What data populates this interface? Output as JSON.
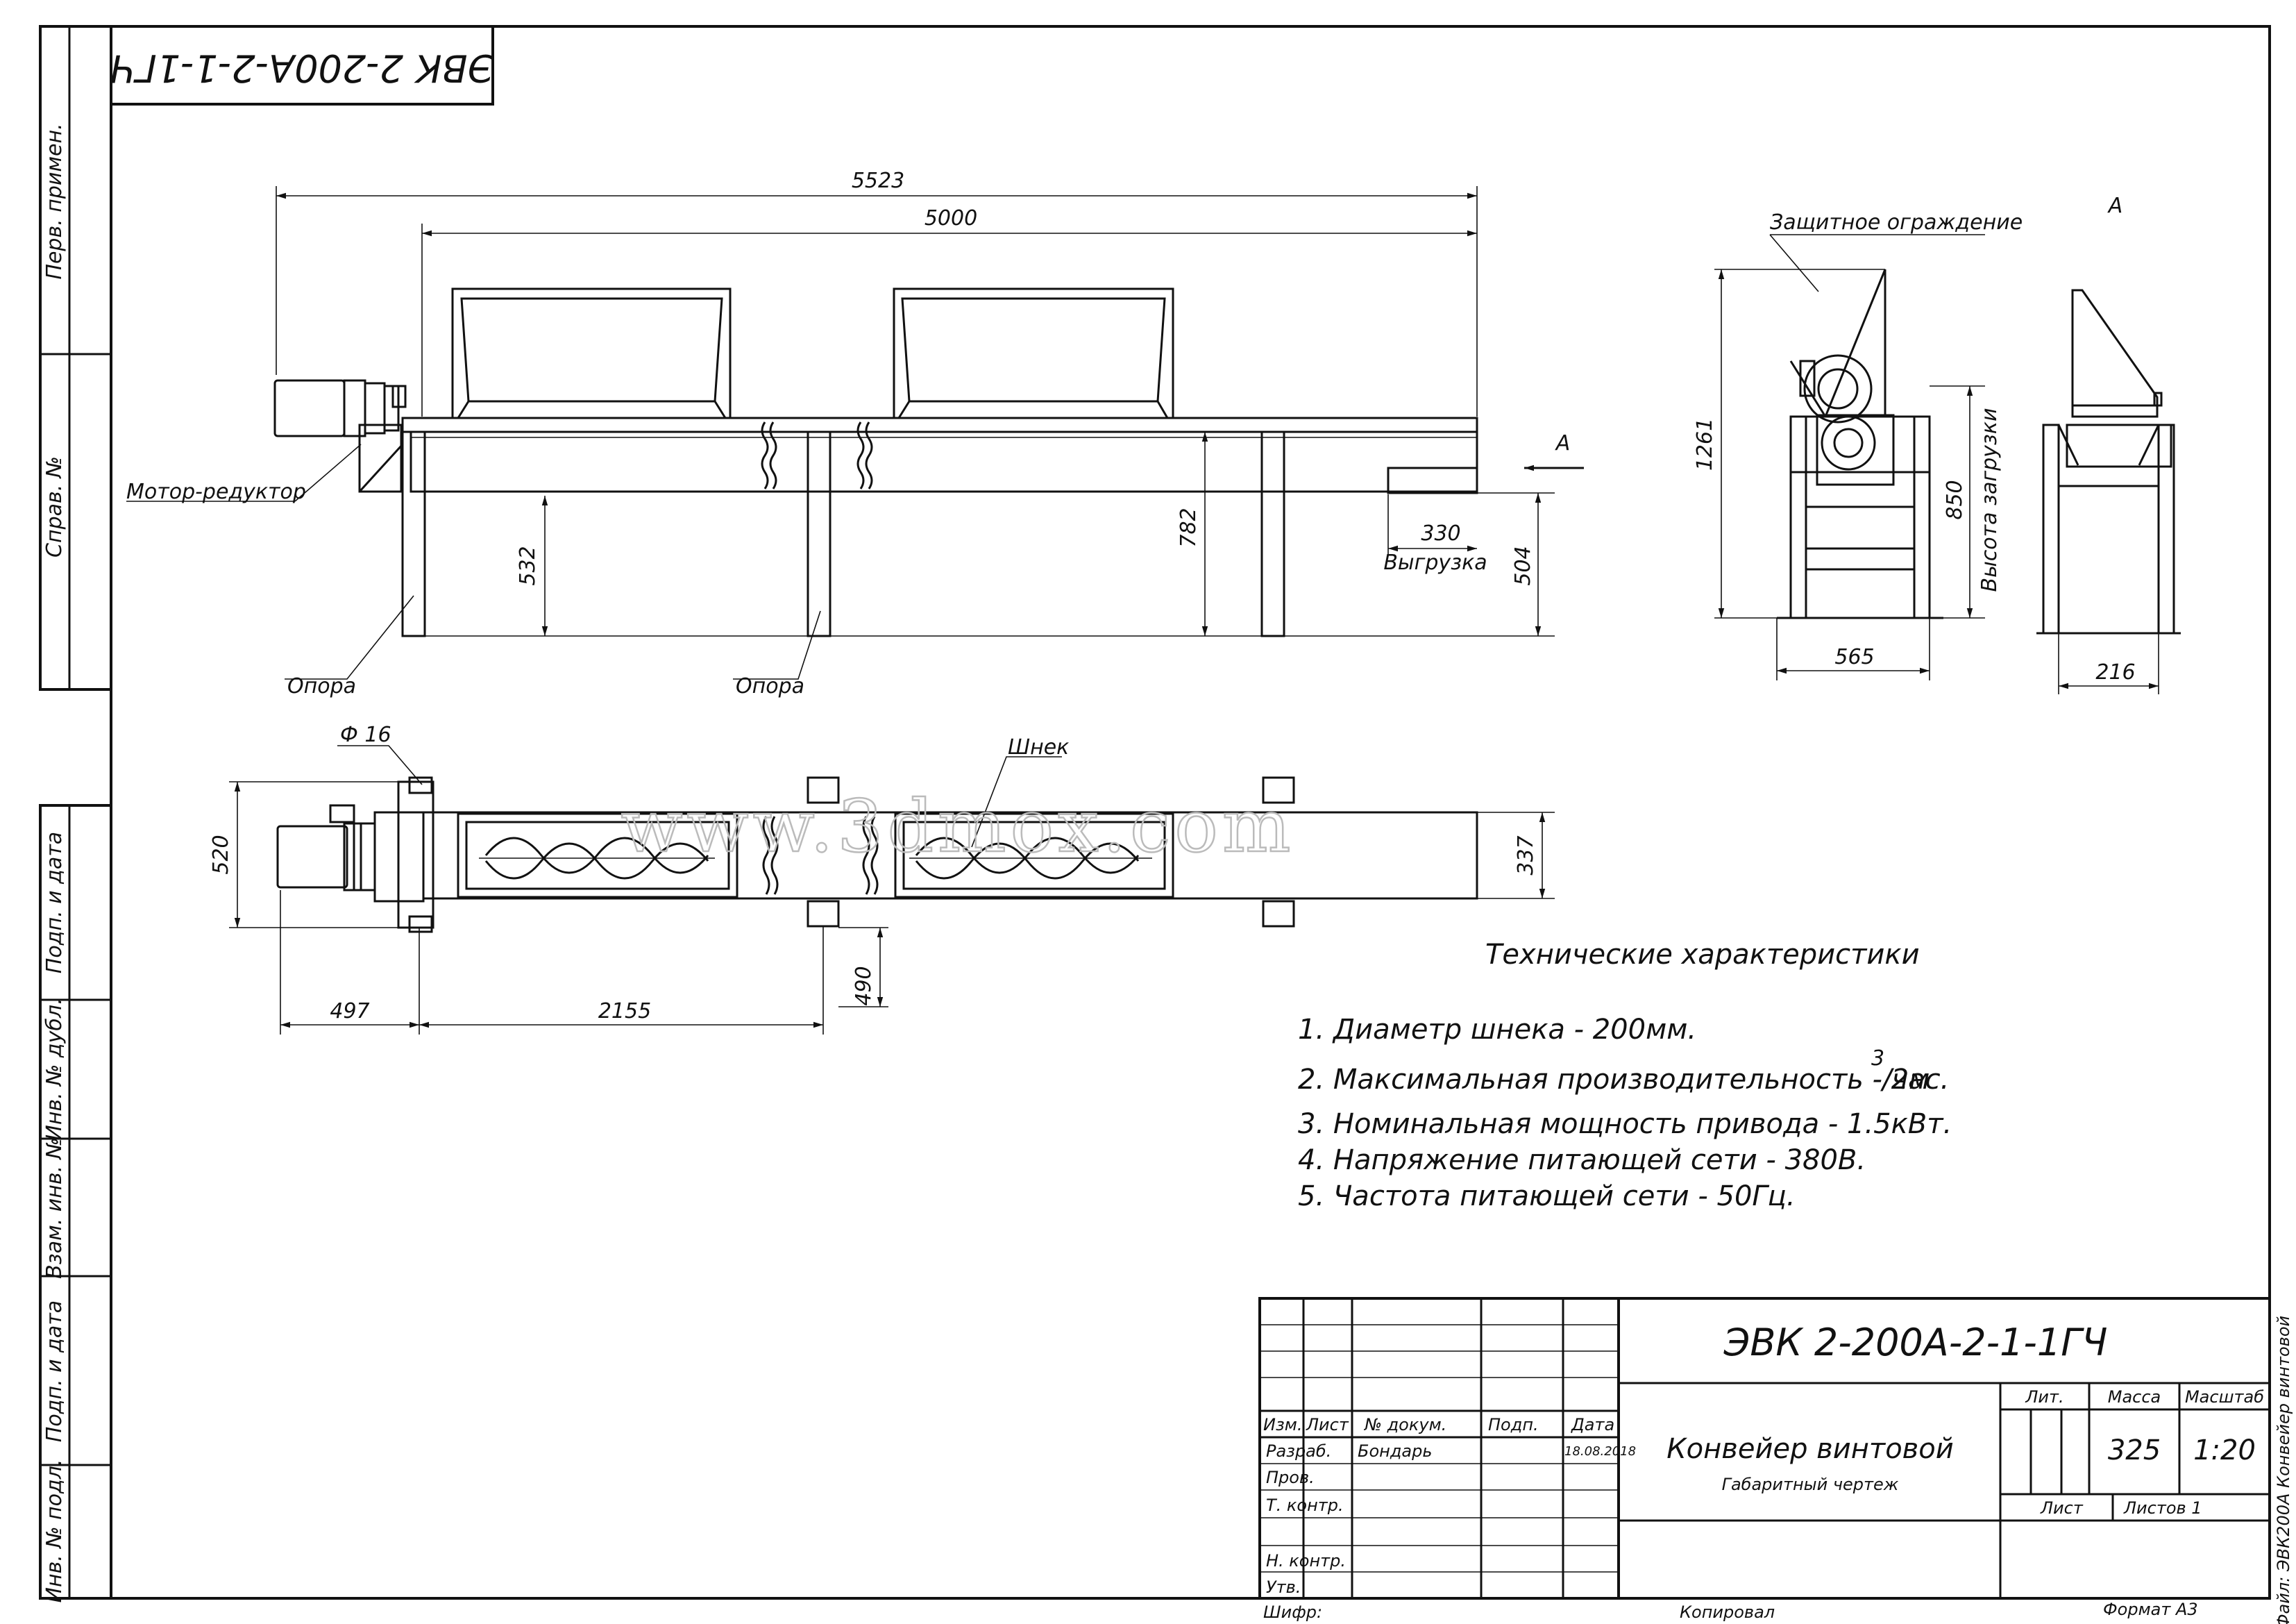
{
  "top_stamp": "ЭВК 2-200А-2-1-1ГЧ",
  "side_stamp": {
    "perv_primen": "Перв. примен.",
    "sprav_no": "Справ. №",
    "podp_i_data_1": "Подп. и дата",
    "inv_no_dubl": "Инв. № дубл.",
    "vzam_inv_no": "Взам. инв. №",
    "podp_i_data_2": "Подп. и дата",
    "inv_no_podl": "Инв. № подл."
  },
  "dimensions": {
    "overall_length": "5523",
    "trough_length": "5000",
    "height_support_left": "532",
    "height_total": "782",
    "outlet_length": "330",
    "outlet_height": "504",
    "plan_width": "520",
    "trough_width": "337",
    "plan_offset": "497",
    "plan_span": "2155",
    "support_width": "490",
    "pin_diameter": "Ф 16",
    "end_height": "1261",
    "end_width": "565",
    "loading_height": "850",
    "side_width": "216"
  },
  "labels": {
    "motor": "Мотор-редуктор",
    "support_1": "Опора",
    "support_2": "Опора",
    "outlet": "Выгрузка",
    "guard": "Защитное ограждение",
    "loading_height": "Высота загрузки",
    "screw": "Шнек",
    "view_a_arrow": "А",
    "view_a_title": "А"
  },
  "watermark": "www.3dmox.com",
  "tech": {
    "title": "Технические характеристики",
    "items": [
      "1. Диаметр шнека - 200мм.",
      "2. Максимальная производительность - 2м",
      "3. Номинальная мощность привода - 1.5кВт.",
      "4. Напряжение питающей сети - 380В.",
      "5. Частота питающей сети - 50Гц."
    ],
    "item2_sup": "3",
    "item2_tail": "/час."
  },
  "title_block": {
    "designation": "ЭВК 2-200А-2-1-1ГЧ",
    "name": "Конвейер винтовой",
    "subtitle": "Габаритный чертеж",
    "col_izm": "Изм.",
    "col_list": "Лист",
    "col_dokum": "№ докум.",
    "col_podp": "Подп.",
    "col_data": "Дата",
    "razrab": "Разраб.",
    "razrab_name": "Бондарь",
    "razrab_date": "18.08.2018",
    "prov": "Пров.",
    "t_kontr": "Т. контр.",
    "n_kontr": "Н. контр.",
    "utv": "Утв.",
    "lit": "Лит.",
    "massa": "Масса",
    "masshtab": "Масштаб",
    "massa_val": "325",
    "masshtab_val": "1:20",
    "list": "Лист",
    "listov": "Листов 1",
    "shifr": "Шифр:",
    "kopiroval": "Копировал",
    "format": "Формат А3",
    "file": "Файл: ЭВК200А Конвейер винтовой"
  }
}
